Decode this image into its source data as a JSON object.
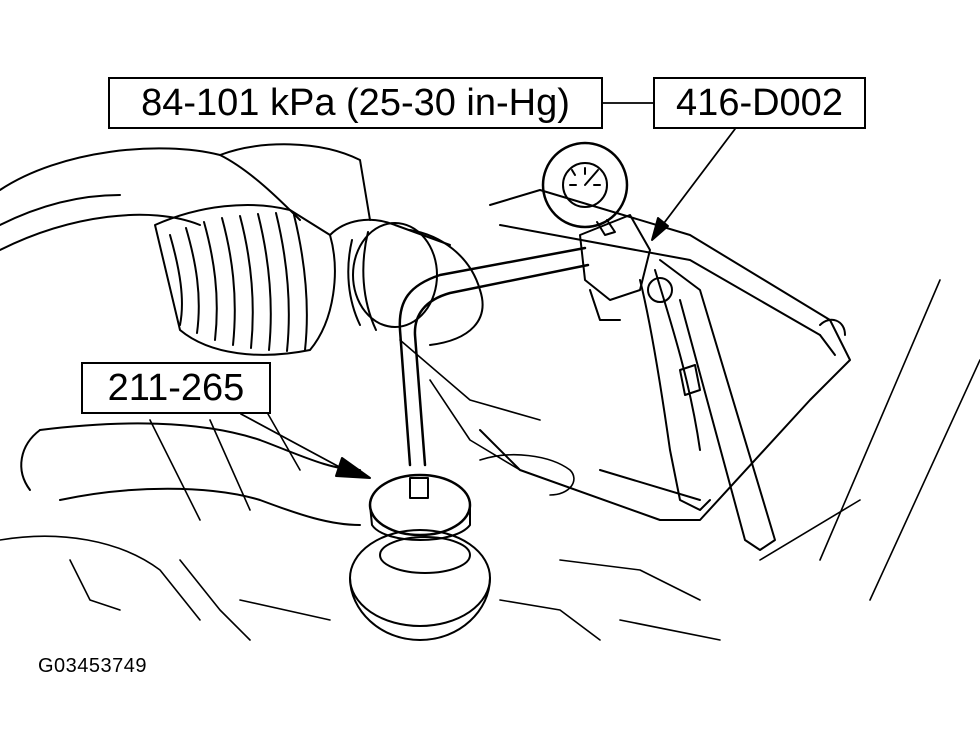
{
  "callouts": {
    "vacuum_spec": "84-101 kPa (25-30 in-Hg)",
    "gauge_tool": "416-D002",
    "cap_adapter_tool": "211-265"
  },
  "figure_id": "G03453749",
  "colors": {
    "ink": "#000000",
    "paper": "#ffffff"
  }
}
